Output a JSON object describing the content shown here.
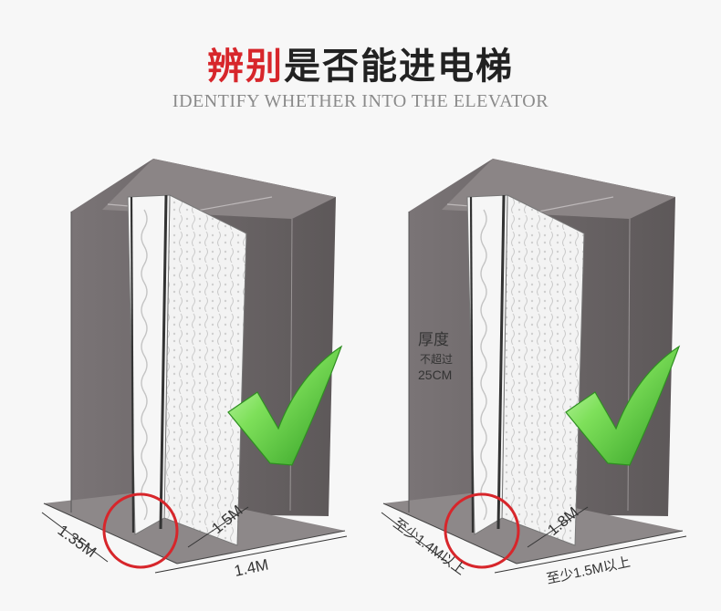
{
  "header": {
    "title_accent": "辨别",
    "title_rest": "是否能进电梯",
    "subtitle": "IDENTIFY WHETHER INTO THE ELEVATOR"
  },
  "left_diagram": {
    "depth_label": "1.35M",
    "width_label": "1.4M",
    "diagonal_label": "1.5M"
  },
  "right_diagram": {
    "thickness_title": "厚度",
    "thickness_note": "不超过",
    "thickness_value": "25CM",
    "depth_label": "至少1.4M以上",
    "width_label": "至少1.5M以上",
    "diagonal_label": "1.8M"
  },
  "colors": {
    "accent_red": "#d7262b",
    "check_green": "#5fcf3e",
    "elevator_gray": "#6f6a6b"
  }
}
